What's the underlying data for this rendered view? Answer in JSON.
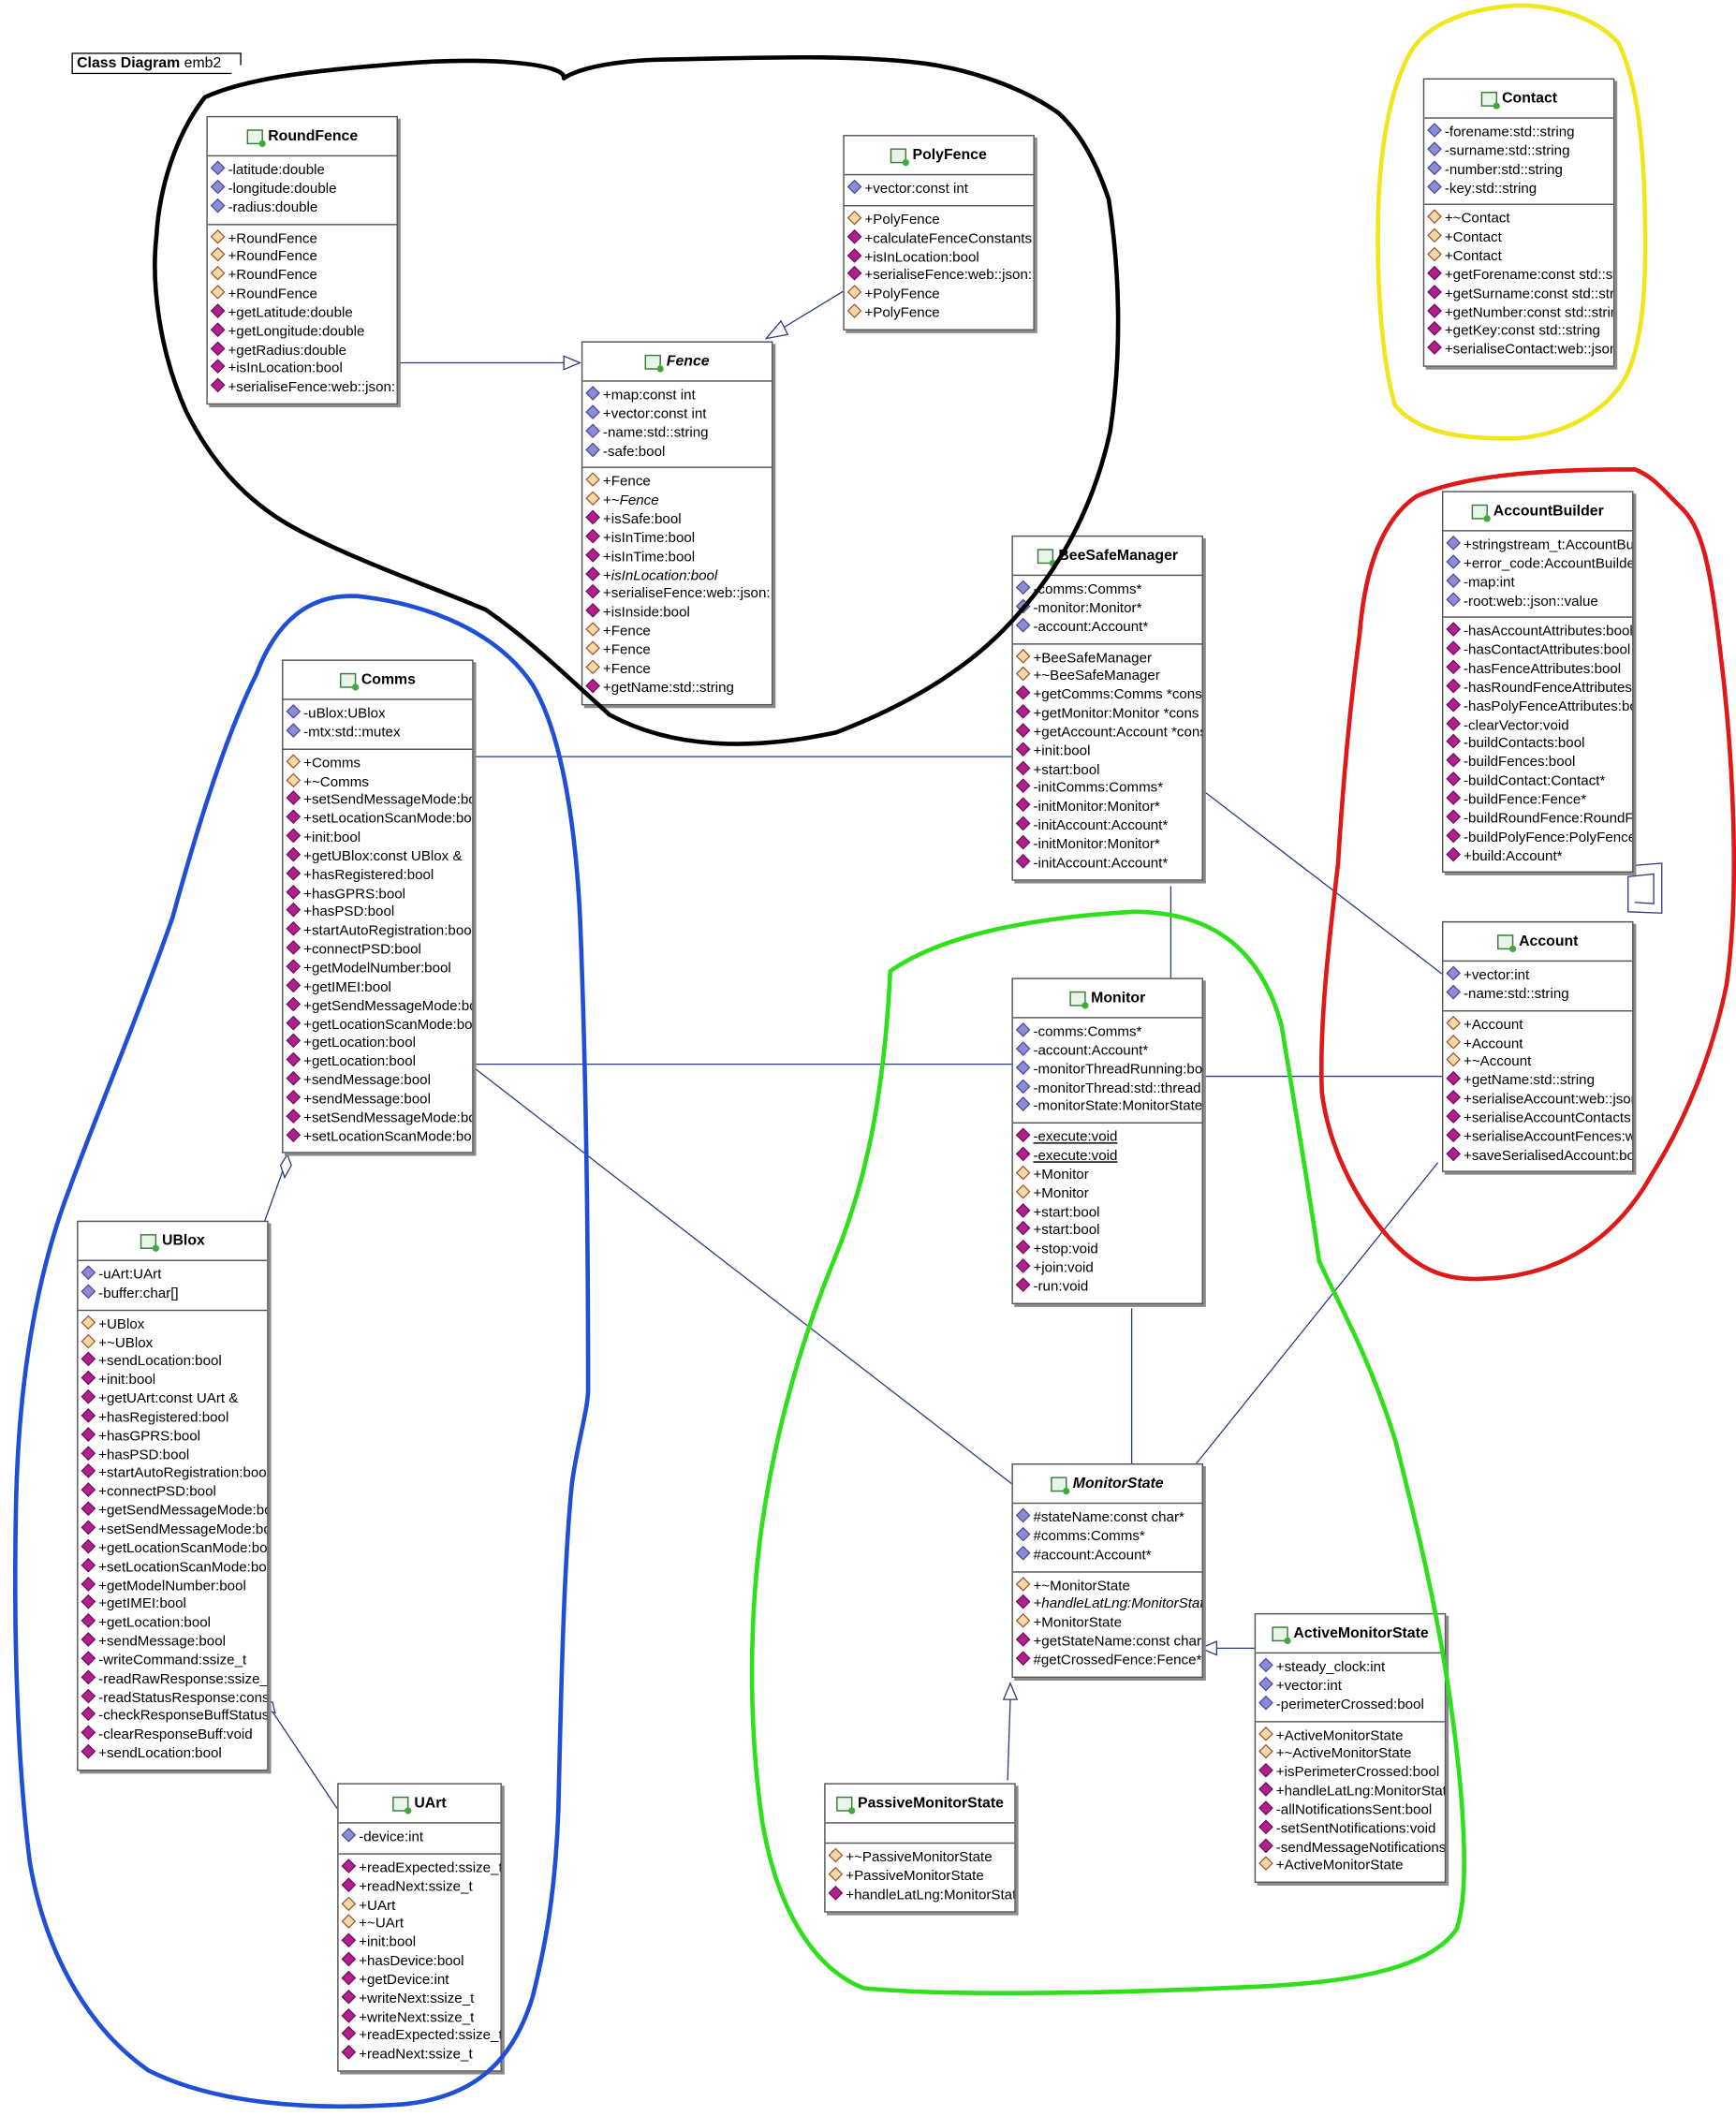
{
  "diagram": {
    "frame_title": "Class Diagram",
    "frame_name": "emb2",
    "classes": [
      {
        "id": "RoundFence",
        "name": "RoundFence",
        "abstract": false,
        "attrs": [
          "-latitude:double",
          "-longitude:double",
          "-radius:double"
        ],
        "ops": [
          "+RoundFence",
          "+RoundFence",
          "+RoundFence",
          "+RoundFence",
          "+getLatitude:double",
          "+getLongitude:double",
          "+getRadius:double",
          "+isInLocation:bool",
          "+serialiseFence:web::json::va"
        ]
      },
      {
        "id": "PolyFence",
        "name": "PolyFence",
        "abstract": false,
        "attrs": [
          "+vector:const int"
        ],
        "ops": [
          "+PolyFence",
          "+calculateFenceConstants:vo",
          "+isInLocation:bool",
          "+serialiseFence:web::json::va",
          "+PolyFence",
          "+PolyFence"
        ]
      },
      {
        "id": "Fence",
        "name": "Fence",
        "abstract": true,
        "attrs": [
          "+map:const int",
          "+vector:const int",
          "-name:std::string",
          "-safe:bool"
        ],
        "ops": [
          "+Fence",
          "+~Fence",
          "+isSafe:bool",
          "+isInTime:bool",
          "+isInTime:bool",
          "+isInLocation:bool",
          "+serialiseFence:web::json::va",
          "+isInside:bool",
          "+Fence",
          "+Fence",
          "+Fence",
          "+getName:std::string"
        ]
      },
      {
        "id": "Contact",
        "name": "Contact",
        "abstract": false,
        "attrs": [
          "-forename:std::string",
          "-surname:std::string",
          "-number:std::string",
          "-key:std::string"
        ],
        "ops": [
          "+~Contact",
          "+Contact",
          "+Contact",
          "+getForename:const std::stri",
          "+getSurname:const std::strin",
          "+getNumber:const std::strin",
          "+getKey:const std::string",
          "+serialiseContact:web::json:"
        ]
      },
      {
        "id": "AccountBuilder",
        "name": "AccountBuilder",
        "abstract": false,
        "attrs": [
          "+stringstream_t:AccountBuil",
          "+error_code:AccountBuilde",
          "-map:int",
          "-root:web::json::value"
        ],
        "ops": [
          "-hasAccountAttributes:bool",
          "-hasContactAttributes:bool",
          "-hasFenceAttributes:bool",
          "-hasRoundFenceAttributes:b",
          "-hasPolyFenceAttributes:bo",
          "-clearVector:void",
          "-buildContacts:bool",
          "-buildFences:bool",
          "-buildContact:Contact*",
          "-buildFence:Fence*",
          "-buildRoundFence:RoundFen",
          "-buildPolyFence:PolyFence*",
          "+build:Account*"
        ]
      },
      {
        "id": "BeeSafeManager",
        "name": "BeeSafeManager",
        "abstract": false,
        "attrs": [
          "-comms:Comms*",
          "-monitor:Monitor*",
          "-account:Account*"
        ],
        "ops": [
          "+BeeSafeManager",
          "+~BeeSafeManager",
          "+getComms:Comms *const",
          "+getMonitor:Monitor *cons",
          "+getAccount:Account *cons",
          "+init:bool",
          "+start:bool",
          "-initComms:Comms*",
          "-initMonitor:Monitor*",
          "-initAccount:Account*",
          "-initMonitor:Monitor*",
          "-initAccount:Account*"
        ]
      },
      {
        "id": "Comms",
        "name": "Comms",
        "abstract": false,
        "attrs": [
          "-uBlox:UBlox",
          "-mtx:std::mutex"
        ],
        "ops": [
          "+Comms",
          "+~Comms",
          "+setSendMessageMode:boo",
          "+setLocationScanMode:boo",
          "+init:bool",
          "+getUBlox:const UBlox &",
          "+hasRegistered:bool",
          "+hasGPRS:bool",
          "+hasPSD:bool",
          "+startAutoRegistration:boo",
          "+connectPSD:bool",
          "+getModelNumber:bool",
          "+getIMEI:bool",
          "+getSendMessageMode:boo",
          "+getLocationScanMode:boo",
          "+getLocation:bool",
          "+getLocation:bool",
          "+sendMessage:bool",
          "+sendMessage:bool",
          "+setSendMessageMode:boo",
          "+setLocationScanMode:boo"
        ]
      },
      {
        "id": "Account",
        "name": "Account",
        "abstract": false,
        "attrs": [
          "+vector:int",
          "-name:std::string"
        ],
        "ops": [
          "+Account",
          "+Account",
          "+~Account",
          "+getName:std::string",
          "+serialiseAccount:web::json",
          "+serialiseAccountContacts:v",
          "+serialiseAccountFences:we",
          "+saveSerialisedAccount:boo"
        ]
      },
      {
        "id": "Monitor",
        "name": "Monitor",
        "abstract": false,
        "attrs": [
          "-comms:Comms*",
          "-account:Account*",
          "-monitorThreadRunning:boo",
          "-monitorThread:std::thread",
          "-monitorState:MonitorState"
        ],
        "ops": [
          "-execute:void",
          "-execute:void",
          "+Monitor",
          "+Monitor",
          "+start:bool",
          "+start:bool",
          "+stop:void",
          "+join:void",
          "-run:void"
        ]
      },
      {
        "id": "UBlox",
        "name": "UBlox",
        "abstract": false,
        "attrs": [
          "-uArt:UArt",
          "-buffer:char[]"
        ],
        "ops": [
          "+UBlox",
          "+~UBlox",
          "+sendLocation:bool",
          "+init:bool",
          "+getUArt:const UArt &",
          "+hasRegistered:bool",
          "+hasGPRS:bool",
          "+hasPSD:bool",
          "+startAutoRegistration:boo",
          "+connectPSD:bool",
          "+getSendMessageMode:boo",
          "+setSendMessageMode:boo",
          "+getLocationScanMode:boo",
          "+setLocationScanMode:boo",
          "+getModelNumber:bool",
          "+getIMEI:bool",
          "+getLocation:bool",
          "+sendMessage:bool",
          "-writeCommand:ssize_t",
          "-readRawResponse:ssize_t",
          "-readStatusResponse:const",
          "-checkResponseBuffStatus:c",
          "-clearResponseBuff:void",
          "+sendLocation:bool"
        ]
      },
      {
        "id": "MonitorState",
        "name": "MonitorState",
        "abstract": true,
        "attrs": [
          "#stateName:const char*",
          "#comms:Comms*",
          "#account:Account*"
        ],
        "ops": [
          "+~MonitorState",
          "+handleLatLng:MonitorState",
          "+MonitorState",
          "+getStateName:const char",
          "#getCrossedFence:Fence*"
        ]
      },
      {
        "id": "ActiveMonitorState",
        "name": "ActiveMonitorState",
        "abstract": false,
        "attrs": [
          "+steady_clock:int",
          "+vector:int",
          "-perimeterCrossed:bool"
        ],
        "ops": [
          "+ActiveMonitorState",
          "+~ActiveMonitorState",
          "+isPerimeterCrossed:bool",
          "+handleLatLng:MonitorStat",
          "-allNotificationsSent:bool",
          "-setSentNotifications:void",
          "-sendMessageNotifications",
          "+ActiveMonitorState"
        ]
      },
      {
        "id": "UArt",
        "name": "UArt",
        "abstract": false,
        "attrs": [
          "-device:int"
        ],
        "ops": [
          "+readExpected:ssize_t",
          "+readNext:ssize_t",
          "+UArt",
          "+~UArt",
          "+init:bool",
          "+hasDevice:bool",
          "+getDevice:int",
          "+writeNext:ssize_t",
          "+writeNext:ssize_t",
          "+readExpected:ssize_t",
          "+readNext:ssize_t"
        ]
      },
      {
        "id": "PassiveMonitorState",
        "name": "PassiveMonitorState",
        "abstract": false,
        "attrs": [],
        "ops": [
          "+~PassiveMonitorState",
          "+PassiveMonitorState",
          "+handleLatLng:MonitorStat"
        ]
      }
    ],
    "annotation_colors": [
      "#000000",
      "#f2e51a",
      "#e01818",
      "#1f4fd6",
      "#2ee01a"
    ]
  }
}
